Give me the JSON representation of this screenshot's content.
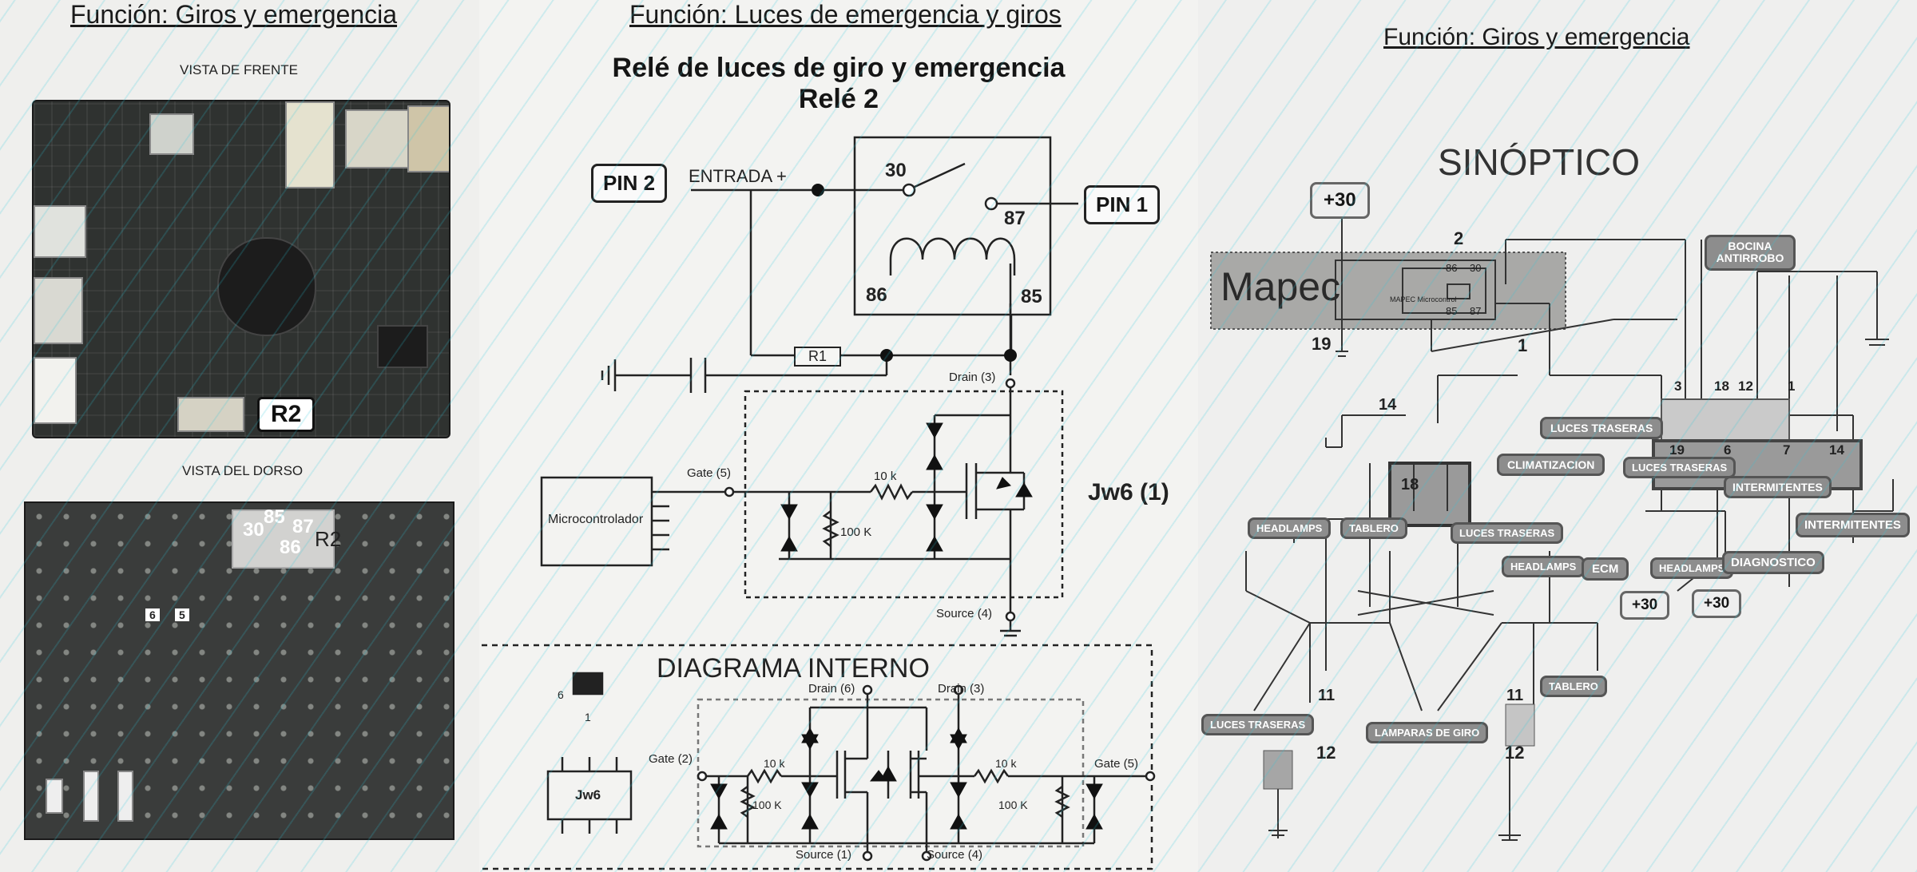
{
  "panel1": {
    "title": "Función: Giros y emergencia",
    "front_label": "VISTA DE FRENTE",
    "back_label": "VISTA DEL DORSO",
    "front_tag": "R2",
    "back_pins": [
      "30",
      "85",
      "87",
      "86"
    ],
    "back_tag": "R2",
    "back_small_pins": [
      "6",
      "5"
    ]
  },
  "panel2": {
    "title": "Función: Luces de emergencia y giros",
    "heading_line1": "Relé de luces de giro y emergencia",
    "heading_line2": "Relé 2",
    "pin2": "PIN 2",
    "pin1": "PIN 1",
    "entrada": "ENTRADA +",
    "relay_pins": {
      "p30": "30",
      "p87": "87",
      "p86": "86",
      "p85": "85"
    },
    "r1": "R1",
    "drain": "Drain (3)",
    "gate": "Gate (5)",
    "source": "Source (4)",
    "microcontroller": "Microcontrolador",
    "r_10k": "10 k",
    "r_100k": "100 K",
    "jw6_label": "Jw6 (1)",
    "internal_title": "DIAGRAMA INTERNO",
    "pkg_pin6": "6",
    "pkg_pin1": "1",
    "jw6_pkg": "Jw6",
    "int_drain6": "Drain (6)",
    "int_drain3": "Drain (3)",
    "int_gate2": "Gate (2)",
    "int_gate5": "Gate (5)",
    "int_source1": "Source (1)",
    "int_source4": "Source (4)",
    "int_10k_a": "10 k",
    "int_10k_b": "10 k",
    "int_100k_a": "100 K",
    "int_100k_b": "100 K"
  },
  "panel3": {
    "title": "Función: Giros y emergencia",
    "sinoptico": "SINÓPTICO",
    "plus30_top": "+30",
    "mapec": "Mapec",
    "mapec_small": "MAPEC Microcontrol",
    "relay_nums": {
      "n86": "86",
      "n30": "30",
      "n85": "85",
      "n87": "87"
    },
    "n2": "2",
    "n19": "19",
    "n1": "1",
    "n14": "14",
    "n18": "18",
    "bocina": "BOCINA ANTIRROBO",
    "luces_traseras_top": "LUCES TRASERAS",
    "climatizacion": "CLIMATIZACION",
    "luces_traseras_mid": "LUCES TRASERAS",
    "intermitentes_mid": "INTERMITENTES",
    "intermitentes_right": "INTERMITENTES",
    "headlamps_left": "HEADLAMPS",
    "tablero_left": "TABLERO",
    "luces_traseras_center": "LUCES TRASERAS",
    "headlamps_center": "HEADLAMPS",
    "ecm": "ECM",
    "headlamps_right": "HEADLAMPS",
    "diagnostico": "DIAGNOSTICO",
    "plus30_a": "+30",
    "plus30_b": "+30",
    "tablero_bottom": "TABLERO",
    "luces_traseras_bottom": "LUCES TRASERAS",
    "lamparas_giro": "LAMPARAS DE GIRO",
    "connector_nums": [
      "3",
      "18",
      "12",
      "1",
      "19",
      "6",
      "7",
      "14"
    ],
    "n11_a": "11",
    "n12_a": "12",
    "n11_b": "11",
    "n12_b": "12"
  },
  "colors": {
    "accent_cyan": "#2bbfd2",
    "box_gray": "#8d8d8d",
    "board_dark": "#2f3230"
  }
}
